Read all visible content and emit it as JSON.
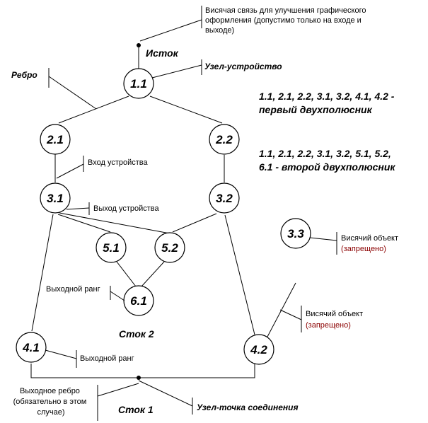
{
  "nodes": {
    "n11": "1.1",
    "n21": "2.1",
    "n22": "2.2",
    "n31": "3.1",
    "n32": "3.2",
    "n33": "3.3",
    "n51": "5.1",
    "n52": "5.2",
    "n61": "6.1",
    "n41": "4.1",
    "n42": "4.2"
  },
  "labels": {
    "top_note": [
      "Висячая связь для улучшения графического",
      "оформления (допустимо только на входе и",
      "выходе)"
    ],
    "istok": "Исток",
    "uzel_ustroystvo": "Узел-устройство",
    "rebro": "Ребро",
    "vhod_ustroystva": "Вход устройства",
    "vyhod_ustroystva": "Выход устройства",
    "vyhodnoy_rang_1": "Выходной ранг",
    "vyhodnoy_rang_2": "Выходной ранг",
    "stok2": "Сток 2",
    "stok1": "Сток 1",
    "visyachiy_1": "Висячий объект",
    "zapresheno_1": "(запрещено)",
    "visyachiy_2": "Висячий объект",
    "zapresheno_2": "(запрещено)",
    "vyhodnoe_rebro": [
      "Выходное ребро",
      "(обязательно в этом",
      "случае)"
    ],
    "uzel_tochka": "Узел-точка соединения"
  },
  "info": {
    "first_line1": "1.1, 2.1, 2.2, 3.1, 3.2, 4.1, 4.2 -",
    "first_line2": "первый двухполюсник",
    "second_line1": "1.1, 2.1, 2.2, 3.1, 3.2, 5.1, 5.2,",
    "second_line2": "6.1 - второй двухполюсник"
  }
}
